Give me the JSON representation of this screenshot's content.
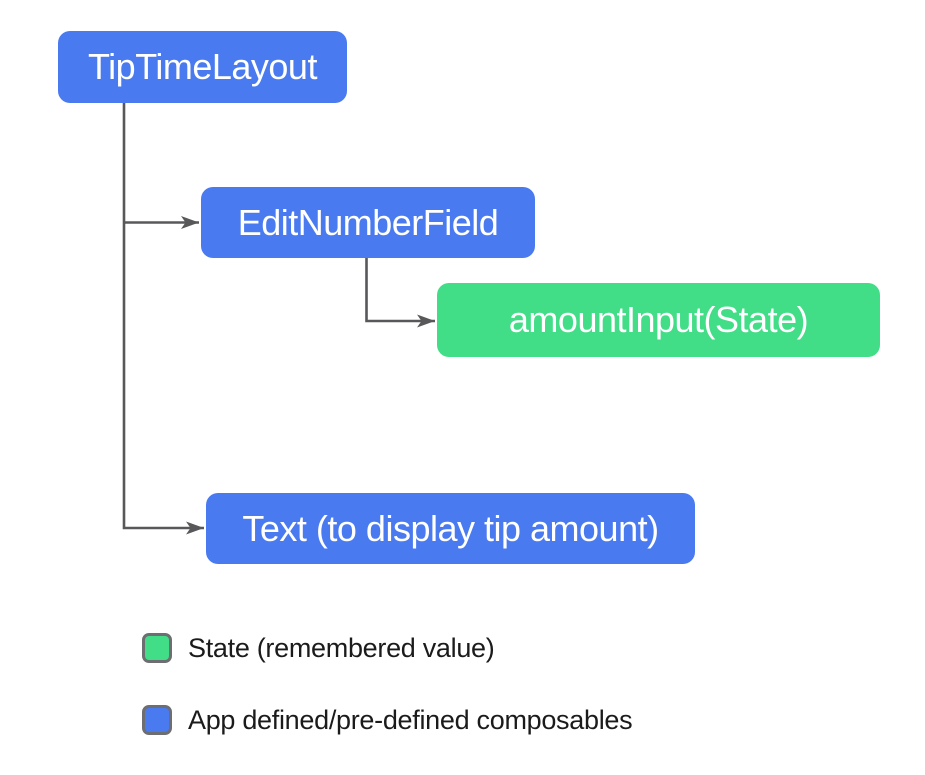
{
  "diagram": {
    "nodes": [
      {
        "id": "tip-time-layout",
        "label": "TipTimeLayout",
        "kind": "composable",
        "color": "#4a7af0"
      },
      {
        "id": "edit-number-field",
        "label": "EditNumberField",
        "kind": "composable",
        "color": "#4a7af0"
      },
      {
        "id": "amount-input",
        "label": "amountInput(State)",
        "kind": "state",
        "color": "#42dd87"
      },
      {
        "id": "text-display",
        "label": "Text (to display tip amount)",
        "kind": "composable",
        "color": "#4a7af0"
      }
    ],
    "edges": [
      {
        "from": "TipTimeLayout",
        "to": "EditNumberField"
      },
      {
        "from": "EditNumberField",
        "to": "amountInput(State)"
      },
      {
        "from": "TipTimeLayout",
        "to": "Text (to display tip amount)"
      }
    ]
  },
  "legend": {
    "items": [
      {
        "label": "State (remembered value)",
        "color": "#42dd87"
      },
      {
        "label": "App defined/pre-defined composables",
        "color": "#4a7af0"
      }
    ]
  },
  "colors": {
    "composable_blue": "#4a7af0",
    "state_green": "#42dd87",
    "connector_gray": "#58585a",
    "legend_swatch_border": "#6d6e71",
    "node_text": "#ffffff",
    "legend_text": "#1b1b1b",
    "background": "#ffffff"
  }
}
